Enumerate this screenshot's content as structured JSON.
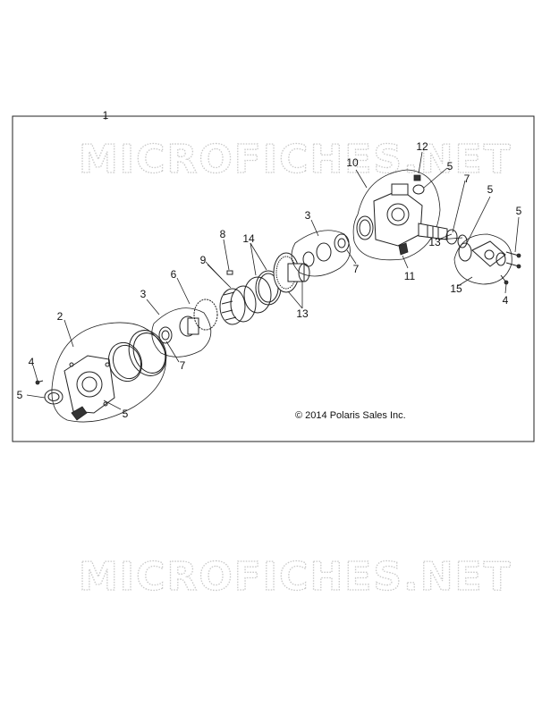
{
  "diagram": {
    "watermark": "MICROFICHES.NET",
    "copyright": "© 2014 Polaris Sales Inc.",
    "callouts": {
      "c1": "1",
      "c2": "2",
      "c3a": "3",
      "c3b": "3",
      "c4a": "4",
      "c4b": "4",
      "c5a": "5",
      "c5b": "5",
      "c5c": "5",
      "c5d": "5",
      "c5e": "5",
      "c6": "6",
      "c7a": "7",
      "c7b": "7",
      "c7c": "7",
      "c8": "8",
      "c9": "9",
      "c10": "10",
      "c11": "11",
      "c12": "12",
      "c13a": "13",
      "c13b": "13",
      "c14": "14",
      "c15": "15"
    }
  }
}
